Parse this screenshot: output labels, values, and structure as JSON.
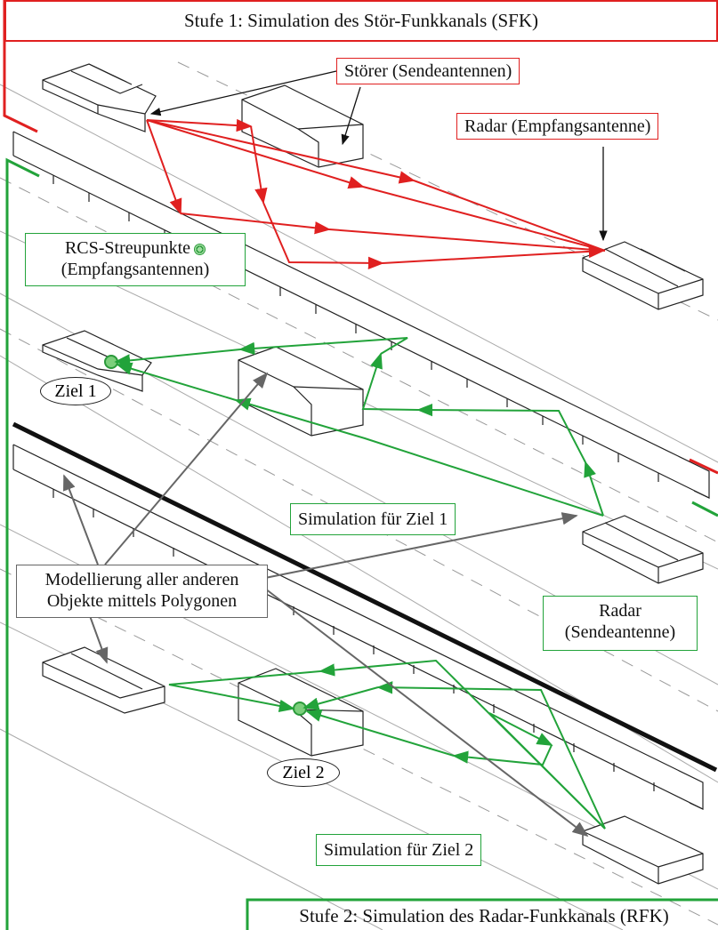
{
  "stage1": "Stufe 1: Simulation des Stör-Funkkanals (SFK)",
  "stage2": "Stufe 2: Simulation des Radar-Funkkanals (RFK)",
  "stoerer": "Störer (Sendeantennen)",
  "radar_rx": "Radar (Empfangsantenne)",
  "rcs_line1": "RCS-Streupunkte",
  "rcs_line2": "(Empfangsantennen)",
  "ziel1": "Ziel 1",
  "ziel2": "Ziel 2",
  "sim1": "Simulation für Ziel 1",
  "sim2": "Simulation für Ziel 2",
  "model_line1": "Modellierung aller anderen",
  "model_line2": "Objekte mittels Polygonen",
  "radar_tx_line1": "Radar",
  "radar_tx_line2": "(Sendeantenne)",
  "colors": {
    "stage1": "#e02020",
    "stage2": "#22a33a",
    "modelling": "#666666"
  }
}
